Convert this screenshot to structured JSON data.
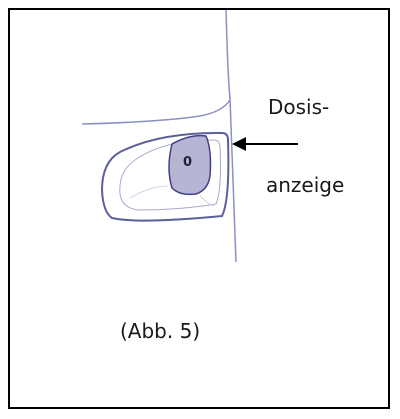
{
  "labels": {
    "dose_display_line1": "Dosis-",
    "dose_display_line2": "anzeige",
    "figure_caption": "(Abb. 5)"
  },
  "dial": {
    "digit": "0"
  },
  "colors": {
    "outline": "#6a6fa8",
    "window_fill": "#b8b4d4",
    "arrow": "#000000",
    "frame_border": "#000000"
  }
}
